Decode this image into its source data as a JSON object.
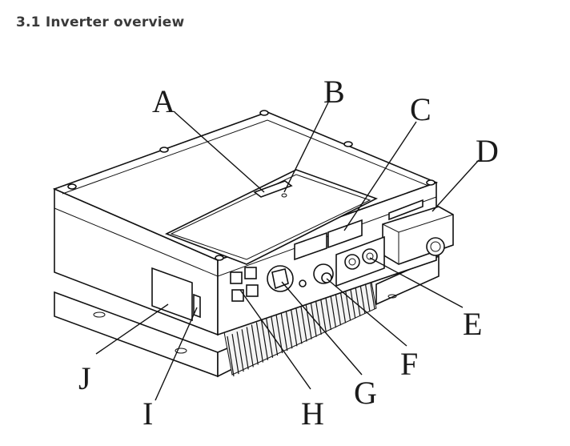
{
  "heading": "3.1 Inverter overview",
  "callouts": [
    {
      "letter": "A"
    },
    {
      "letter": "B"
    },
    {
      "letter": "C"
    },
    {
      "letter": "D"
    },
    {
      "letter": "E"
    },
    {
      "letter": "F"
    },
    {
      "letter": "G"
    },
    {
      "letter": "H"
    },
    {
      "letter": "I"
    },
    {
      "letter": "J"
    }
  ]
}
